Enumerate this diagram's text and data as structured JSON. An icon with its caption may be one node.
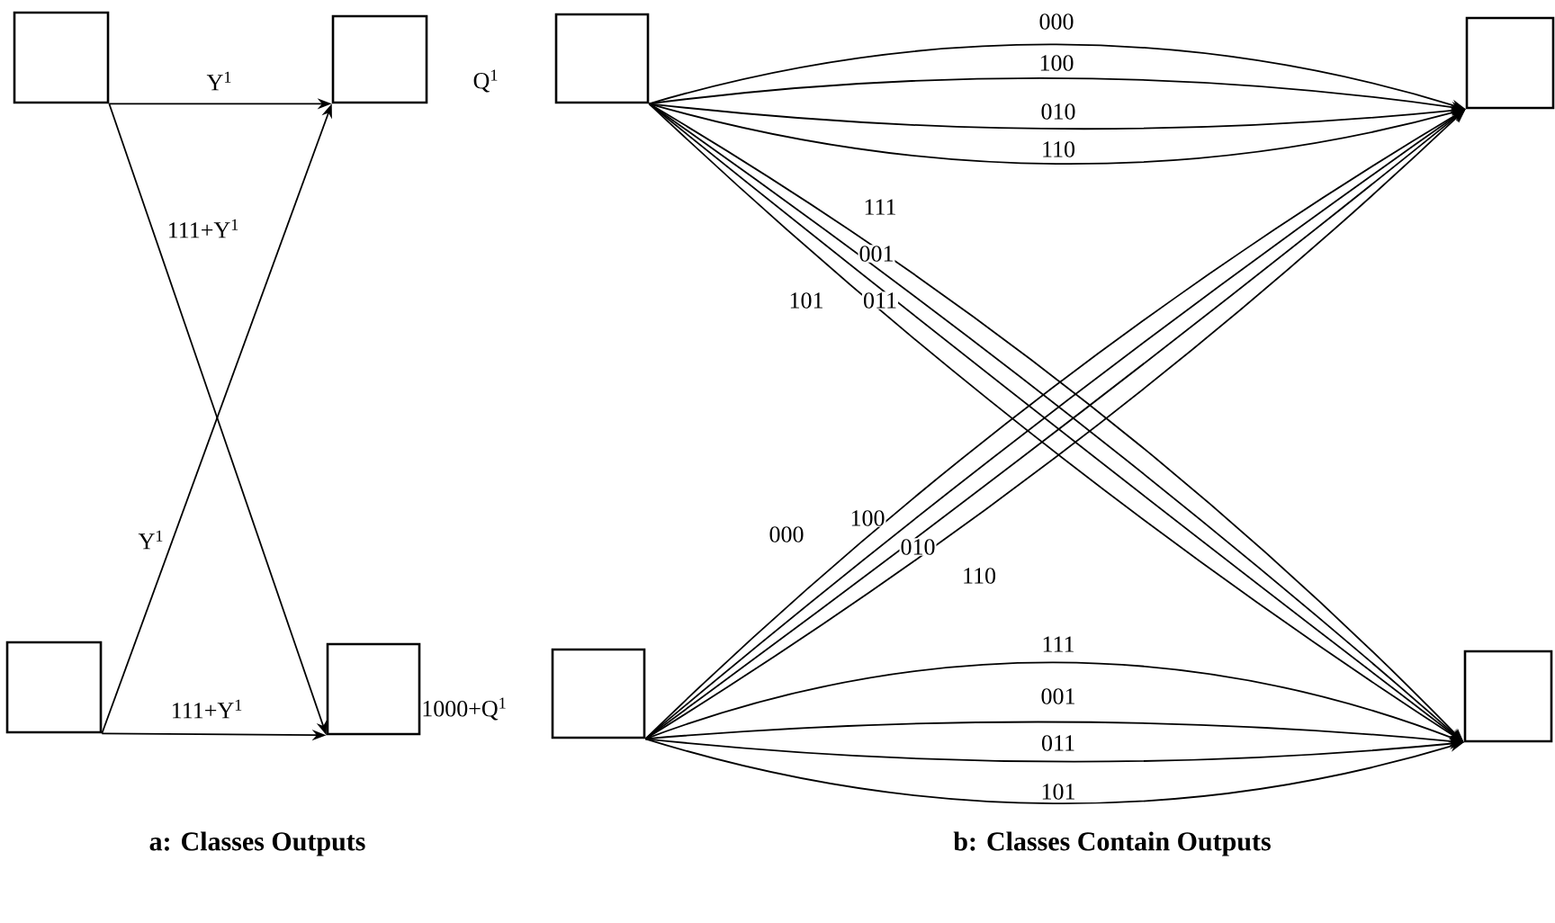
{
  "diagram": {
    "nodes": [
      {
        "text": [],
        "shape": "box"
      },
      {
        "text": [],
        "shape": "box",
        "beside": [
          "Q$^{1}$"
        ]
      },
      {
        "text": [],
        "shape": "box"
      },
      {
        "text": [],
        "shape": "box",
        "beside": [
          "1000+Q$^{1}$"
        ]
      },
      {
        "text": [],
        "shape": "box"
      },
      {
        "text": [],
        "shape": "box"
      },
      {
        "text": [],
        "shape": "box"
      },
      {
        "text": [],
        "shape": "box"
      }
    ],
    "edges": [
      {
        "from": 0,
        "to": 1,
        "arrow": "to",
        "label": "Y$^{1}$"
      },
      {
        "from": 0,
        "to": 3,
        "arrow": "to",
        "label": "111+Y$^{1}$"
      },
      {
        "from": 2,
        "to": 1,
        "arrow": "to",
        "label": "Y$^{1}$"
      },
      {
        "from": 2,
        "to": 3,
        "arrow": "to",
        "label": "111+Y$^{1}$"
      },
      {
        "from": 4,
        "to": 5,
        "arrow": "to",
        "label": "000"
      },
      {
        "from": 4,
        "to": 5,
        "arrow": "to",
        "label": "100"
      },
      {
        "from": 4,
        "to": 5,
        "arrow": "to",
        "label": "010"
      },
      {
        "from": 4,
        "to": 5,
        "arrow": "to",
        "label": "110"
      },
      {
        "from": 4,
        "to": 7,
        "arrow": "to",
        "label": "111"
      },
      {
        "from": 4,
        "to": 7,
        "arrow": "to",
        "label": "001"
      },
      {
        "from": 4,
        "to": 7,
        "arrow": "to",
        "label": "011"
      },
      {
        "from": 4,
        "to": 7,
        "arrow": "to",
        "label": "101"
      },
      {
        "from": 6,
        "to": 5,
        "arrow": "to",
        "label": "000"
      },
      {
        "from": 6,
        "to": 5,
        "arrow": "to",
        "label": "100"
      },
      {
        "from": 6,
        "to": 5,
        "arrow": "to",
        "label": "010"
      },
      {
        "from": 6,
        "to": 5,
        "arrow": "to",
        "label": "110"
      },
      {
        "from": 6,
        "to": 7,
        "arrow": "to",
        "label": "111"
      },
      {
        "from": 6,
        "to": 7,
        "arrow": "to",
        "label": "001"
      },
      {
        "from": 6,
        "to": 7,
        "arrow": "to",
        "label": "011"
      },
      {
        "from": 6,
        "to": 7,
        "arrow": "to",
        "label": "101"
      }
    ],
    "labels": [
      "a:  Classes Outputs",
      "b:  Classes Contain Outputs"
    ]
  }
}
